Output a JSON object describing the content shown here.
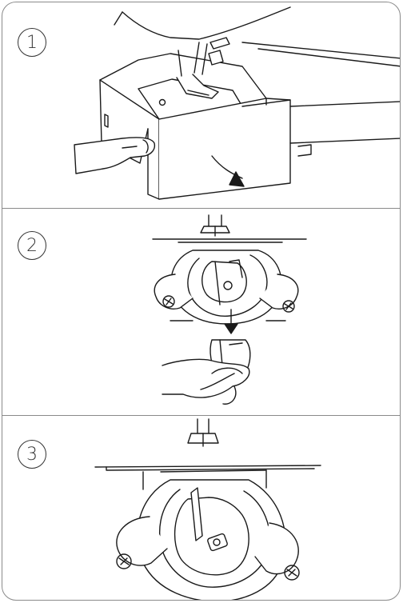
{
  "steps": [
    {
      "number": "1"
    },
    {
      "number": "2"
    },
    {
      "number": "3"
    }
  ],
  "colors": {
    "line": "#1a1a1a",
    "border": "#8a8a8a",
    "background": "#ffffff"
  },
  "icons": [
    "pointing-finger-icon",
    "curved-arrow-down-icon",
    "straight-arrow-down-icon"
  ]
}
